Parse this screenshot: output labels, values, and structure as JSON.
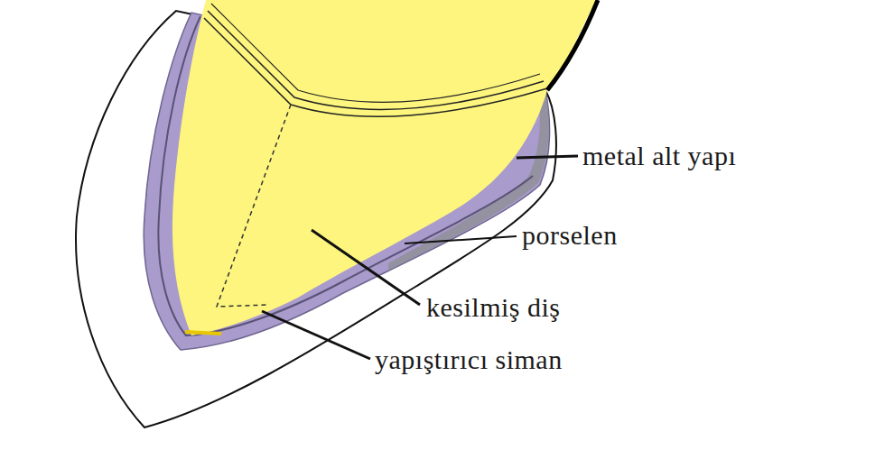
{
  "diagram": {
    "labels": [
      "metal alt yapı",
      "porselen",
      "kesilmiş diş",
      "yapıştırıcı siman"
    ]
  }
}
